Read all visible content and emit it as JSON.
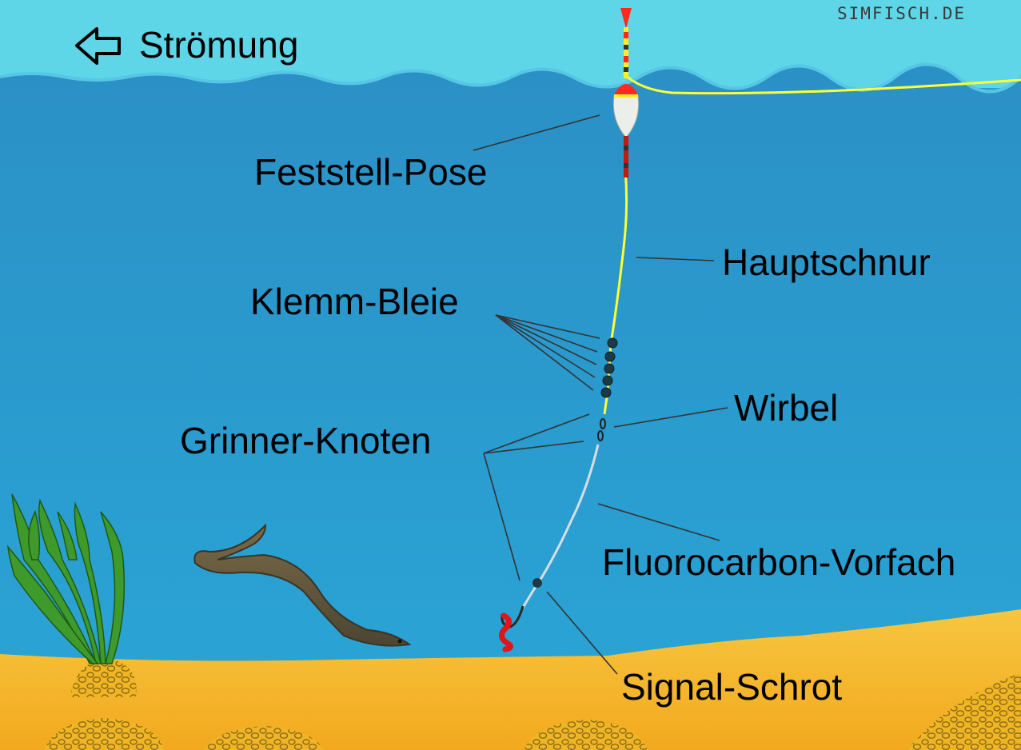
{
  "header": {
    "current_label": "Strömung",
    "watermark": "SIMFISCH.DE"
  },
  "labels": {
    "float": "Feststell-Pose",
    "main_line": "Hauptschnur",
    "split_shots": "Klemm-Bleie",
    "swivel": "Wirbel",
    "knots": "Grinner-Knoten",
    "leader": "Fluorocarbon-Vorfach",
    "signal_shot": "Signal-Schrot"
  },
  "colors": {
    "sky": "#5fd6e8",
    "water_top": "#2b93c9",
    "water_bottom": "#2aa3d3",
    "main_line": "#ffff33",
    "leader": "#d8dde0",
    "sand": "#f5b82a",
    "float_tip": "#ff2a1a",
    "float_body": "#e8ece8",
    "shot": "#1d3a44",
    "leader_line": "#333333"
  },
  "icons": {
    "current_arrow": "left-arrow-outline-icon"
  }
}
